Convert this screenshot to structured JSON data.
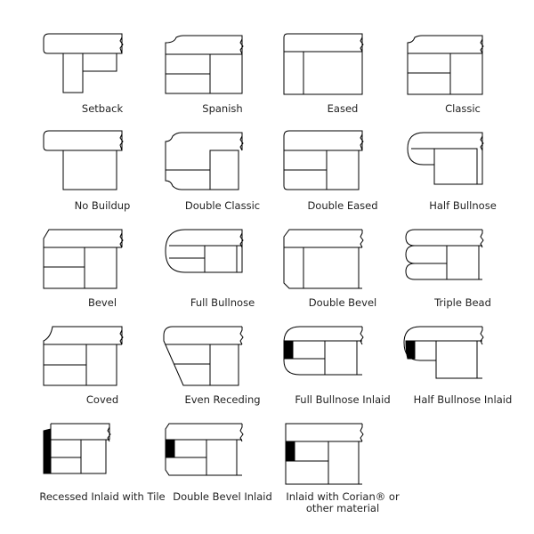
{
  "edges": [
    {
      "id": "setback",
      "label": "Setback"
    },
    {
      "id": "spanish",
      "label": "Spanish"
    },
    {
      "id": "eased",
      "label": "Eased"
    },
    {
      "id": "classic",
      "label": "Classic"
    },
    {
      "id": "no-buildup",
      "label": "No Buildup"
    },
    {
      "id": "double-classic",
      "label": "Double Classic"
    },
    {
      "id": "double-eased",
      "label": "Double Eased"
    },
    {
      "id": "half-bullnose",
      "label": "Half Bullnose"
    },
    {
      "id": "bevel",
      "label": "Bevel"
    },
    {
      "id": "full-bullnose",
      "label": "Full Bullnose"
    },
    {
      "id": "double-bevel",
      "label": "Double Bevel"
    },
    {
      "id": "triple-bead",
      "label": "Triple Bead"
    },
    {
      "id": "coved",
      "label": "Coved"
    },
    {
      "id": "even-receding",
      "label": "Even Receding"
    },
    {
      "id": "full-bullnose-inlaid",
      "label": "Full Bullnose Inlaid"
    },
    {
      "id": "half-bullnose-inlaid",
      "label": "Half Bullnose Inlaid"
    },
    {
      "id": "recessed-inlaid-tile",
      "label": "Recessed Inlaid with Tile"
    },
    {
      "id": "double-bevel-inlaid",
      "label": "Double Bevel Inlaid"
    },
    {
      "id": "inlaid-corian",
      "label": "Inlaid with Corian® or other material"
    }
  ]
}
